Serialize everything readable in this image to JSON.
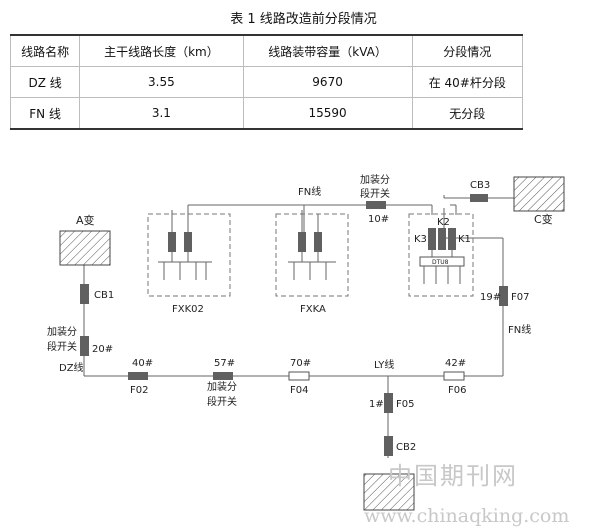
{
  "table": {
    "caption": "表 1 线路改造前分段情况",
    "headers": [
      "线路名称",
      "主干线路长度（km）",
      "线路装带容量（kVA）",
      "分段情况"
    ],
    "rows": [
      [
        "DZ 线",
        "3.55",
        "9670",
        "在 40#杆分段"
      ],
      [
        "FN 线",
        "3.1",
        "15590",
        "无分段"
      ]
    ]
  },
  "diagram": {
    "a_station": "A变",
    "c_station": "C变",
    "cb1": "CB1",
    "cb2": "CB2",
    "cb3": "CB3",
    "sec_switch_line1": "加装分",
    "sec_switch_line2": "段开关",
    "p20": "20#",
    "dz_line": "DZ线",
    "p40": "40#",
    "f02": "F02",
    "p57": "57#",
    "p70": "70#",
    "f04": "F04",
    "ly_line": "LY线",
    "p42": "42#",
    "f06": "F06",
    "fn_line": "FN线",
    "p19": "19#",
    "f07": "F07",
    "p10": "10#",
    "p1": "1#",
    "f05": "F05",
    "k1": "K1",
    "k2": "K2",
    "k3": "K3",
    "dtu": "DTU8",
    "fxk02": "FXK02",
    "fxka": "FXKA"
  },
  "watermark": {
    "cn": "中国期刊网",
    "url": "www.chinaqking.com"
  },
  "colors": {
    "switch_fill": "#606060",
    "line": "#555555",
    "dash": "#777777"
  }
}
